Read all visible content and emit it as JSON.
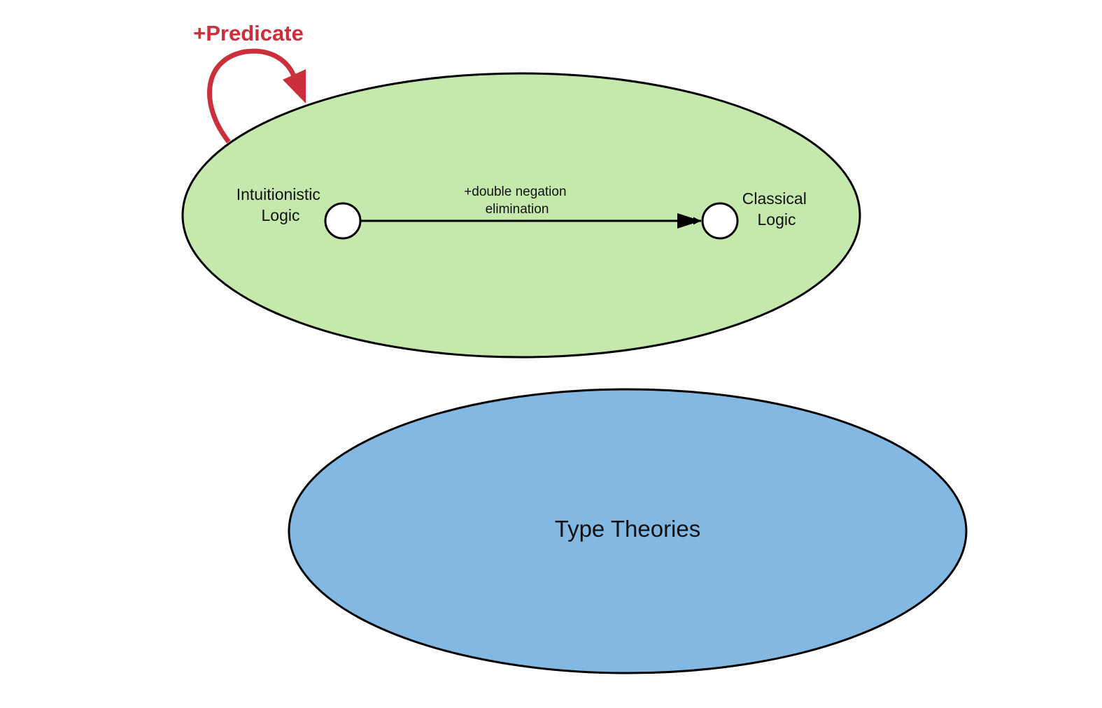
{
  "colors": {
    "logic_region_fill": "#c5e8ad",
    "type_region_fill": "#83b8e2",
    "outline": "#000000",
    "node_fill": "#ffffff",
    "predicate_accent": "#cc2f3c"
  },
  "annotation": {
    "predicate_label": "+Predicate"
  },
  "logic_region": {
    "nodes": {
      "intuitionistic": {
        "line1": "Intuitionistic",
        "line2": "Logic"
      },
      "classical": {
        "line1": "Classical",
        "line2": "Logic"
      }
    },
    "edge": {
      "line1": "+double negation",
      "line2": "elimination"
    }
  },
  "type_region": {
    "label": "Type Theories"
  }
}
